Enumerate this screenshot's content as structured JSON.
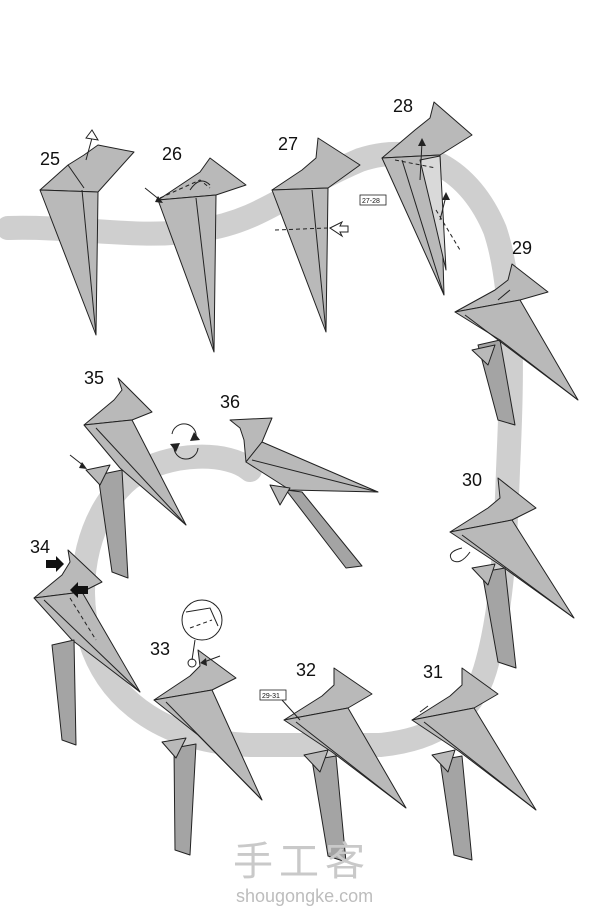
{
  "diagram": {
    "steps": [
      {
        "id": "25",
        "label": "25"
      },
      {
        "id": "26",
        "label": "26"
      },
      {
        "id": "27",
        "label": "27"
      },
      {
        "id": "28",
        "label": "28"
      },
      {
        "id": "29",
        "label": "29"
      },
      {
        "id": "30",
        "label": "30"
      },
      {
        "id": "31",
        "label": "31"
      },
      {
        "id": "32",
        "label": "32"
      },
      {
        "id": "33",
        "label": "33"
      },
      {
        "id": "34",
        "label": "34"
      },
      {
        "id": "35",
        "label": "35"
      },
      {
        "id": "36",
        "label": "36"
      }
    ],
    "references": {
      "ref_27_28": "27-28",
      "ref_29_31": "29-31"
    },
    "colors": {
      "path_band": "#cfcfcf",
      "paper": "#b9b9b9",
      "outline": "#222222"
    }
  },
  "watermark": {
    "brand_cn": "手工客",
    "brand_url": "shougongke.com"
  }
}
